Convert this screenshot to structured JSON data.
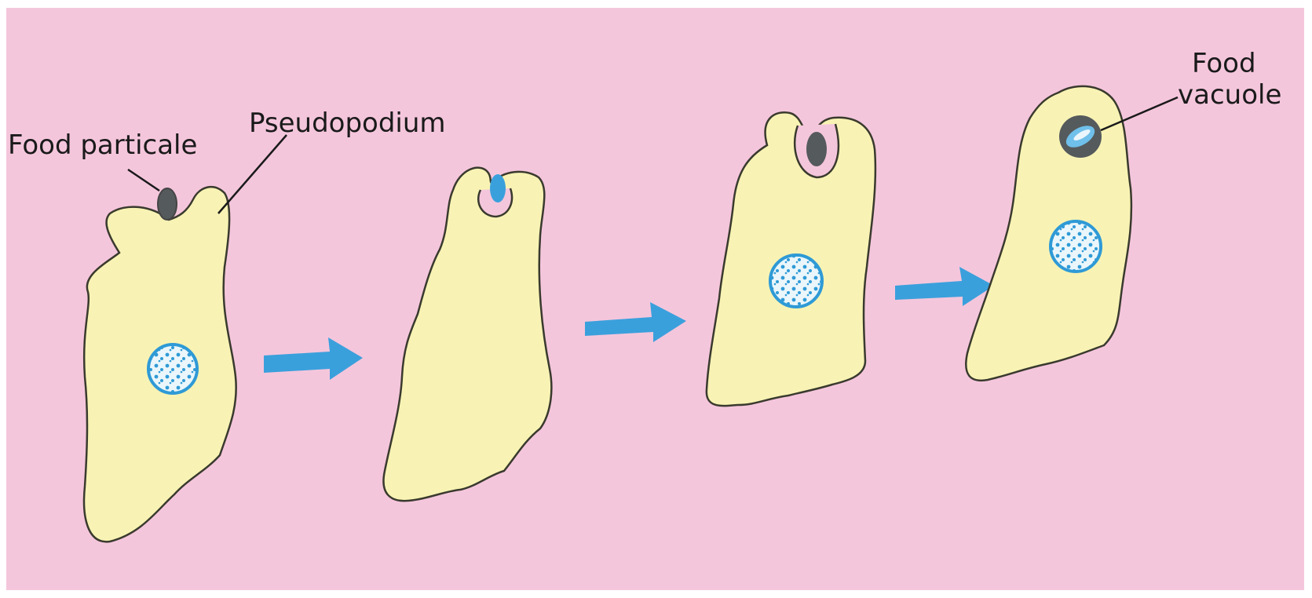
{
  "labels": {
    "food_particle": "Food particale",
    "pseudopodium": "Pseudopodium",
    "food_vacuole_line1": "Food",
    "food_vacuole_line2": "vacuole"
  },
  "colors": {
    "background": "#f4c6dc",
    "cytoplasm": "#f8f3b4",
    "outline": "#3a3a2e",
    "nucleus": "#2f9ad6",
    "arrow": "#3aa0dc",
    "food": "#555a5c"
  },
  "stages": 4,
  "arrows": 3
}
